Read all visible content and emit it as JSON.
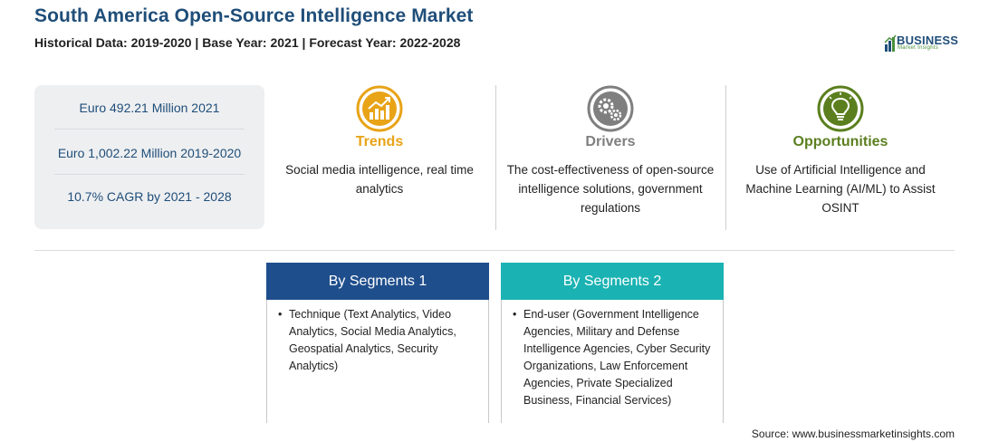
{
  "header": {
    "title": "South America Open-Source Intelligence Market",
    "subtitle": "Historical Data: 2019-2020 | Base Year: 2021 | Forecast Year: 2022-2028"
  },
  "logo": {
    "name": "BUSINESS",
    "tagline": "Market Insights"
  },
  "stats": [
    {
      "text": "Euro 492.21 Million 2021"
    },
    {
      "text": "Euro 1,002.22 Million 2019-2020"
    },
    {
      "text": "10.7% CAGR by 2021 - 2028"
    }
  ],
  "columns": {
    "trends": {
      "title": "Trends",
      "text": "Social media intelligence, real time analytics",
      "color": "#e8a317",
      "icon": "growth-chart-icon"
    },
    "drivers": {
      "title": "Drivers",
      "text": "The cost-effectiveness of open-source intelligence solutions, government regulations",
      "color": "#7f7f7f",
      "icon": "gears-icon"
    },
    "opportunities": {
      "title": "Opportunities",
      "text": "Use of Artificial Intelligence and Machine Learning (AI/ML) to Assist OSINT",
      "color": "#5b7f1f",
      "icon": "lightbulb-icon"
    }
  },
  "segments": [
    {
      "title": "By Segments 1",
      "color": "#1f4e8c",
      "items": [
        "Technique (Text Analytics, Video Analytics, Social Media Analytics, Geospatial Analytics, Security Analytics)"
      ]
    },
    {
      "title": "By Segments 2",
      "color": "#1ab2b2",
      "items": [
        "End-user (Government Intelligence Agencies, Military and Defense Intelligence Agencies, Cyber Security Organizations, Law Enforcement Agencies, Private Specialized Business, Financial Services)"
      ]
    }
  ],
  "source": "Source: www.businessmarketinsights.com"
}
